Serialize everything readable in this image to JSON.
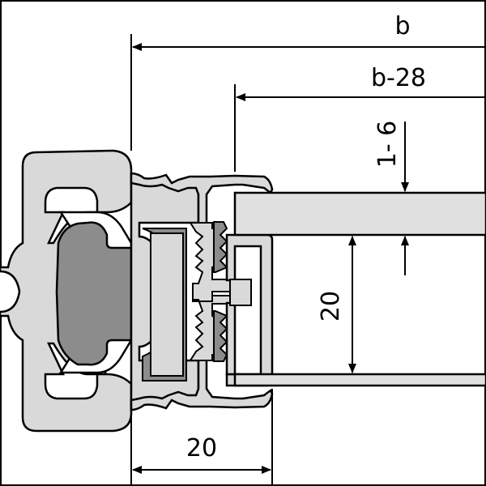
{
  "dimensions": {
    "overall_width_label": "b",
    "panel_width_label": "b-28",
    "gap_label": "1- 6",
    "panel_thickness_label": "20",
    "profile_width_label": "20"
  },
  "colors": {
    "line": "#000000",
    "profile_fill": "#d9d9d9",
    "gasket_fill": "#8c8c8c",
    "panel_fill": "#e0e0e0",
    "background": "#ffffff"
  }
}
